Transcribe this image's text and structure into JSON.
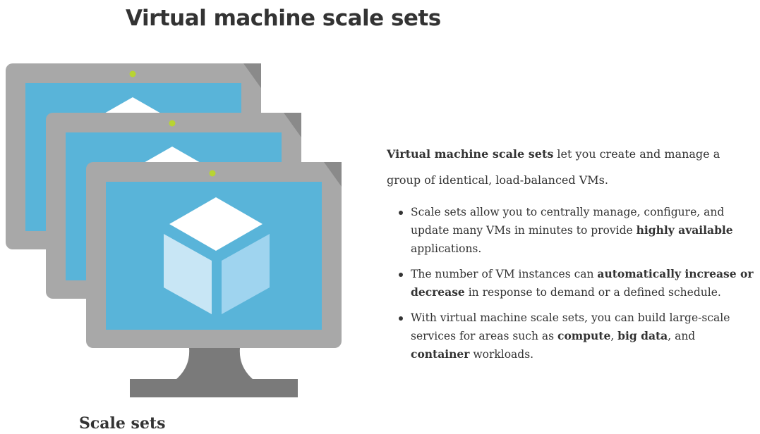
{
  "title": "Virtual machine scale sets",
  "caption": "Scale sets",
  "intro": {
    "bold": "Virtual machine scale sets",
    "line1_rest": " let you create and manage a",
    "line2": "group of identical, load-balanced VMs."
  },
  "bullets": [
    {
      "pre": "Scale sets allow you to centrally manage, configure, and update many VMs in minutes to provide ",
      "bold": "highly available",
      "post": " applications."
    },
    {
      "pre": "The number of VM instances can ",
      "bold": "automatically increase or decrease",
      "post": " in response to demand or a defined schedule."
    },
    {
      "pre": "With virtual machine scale sets, you can build large-scale services for areas such as ",
      "bold1": "compute",
      "mid1": ", ",
      "bold2": "big data",
      "mid2": ", and ",
      "bold3": "container",
      "post": " workloads."
    }
  ],
  "colors": {
    "monitor_frame": "#a8a8a8",
    "monitor_frame_shadow": "#8a8a8a",
    "screen": "#59b4d9",
    "power_led": "#b8d432",
    "stand": "#7a7a7a",
    "cube_top": "#ffffff",
    "cube_left": "#c8e6f5",
    "cube_right": "#9fd4ef"
  }
}
